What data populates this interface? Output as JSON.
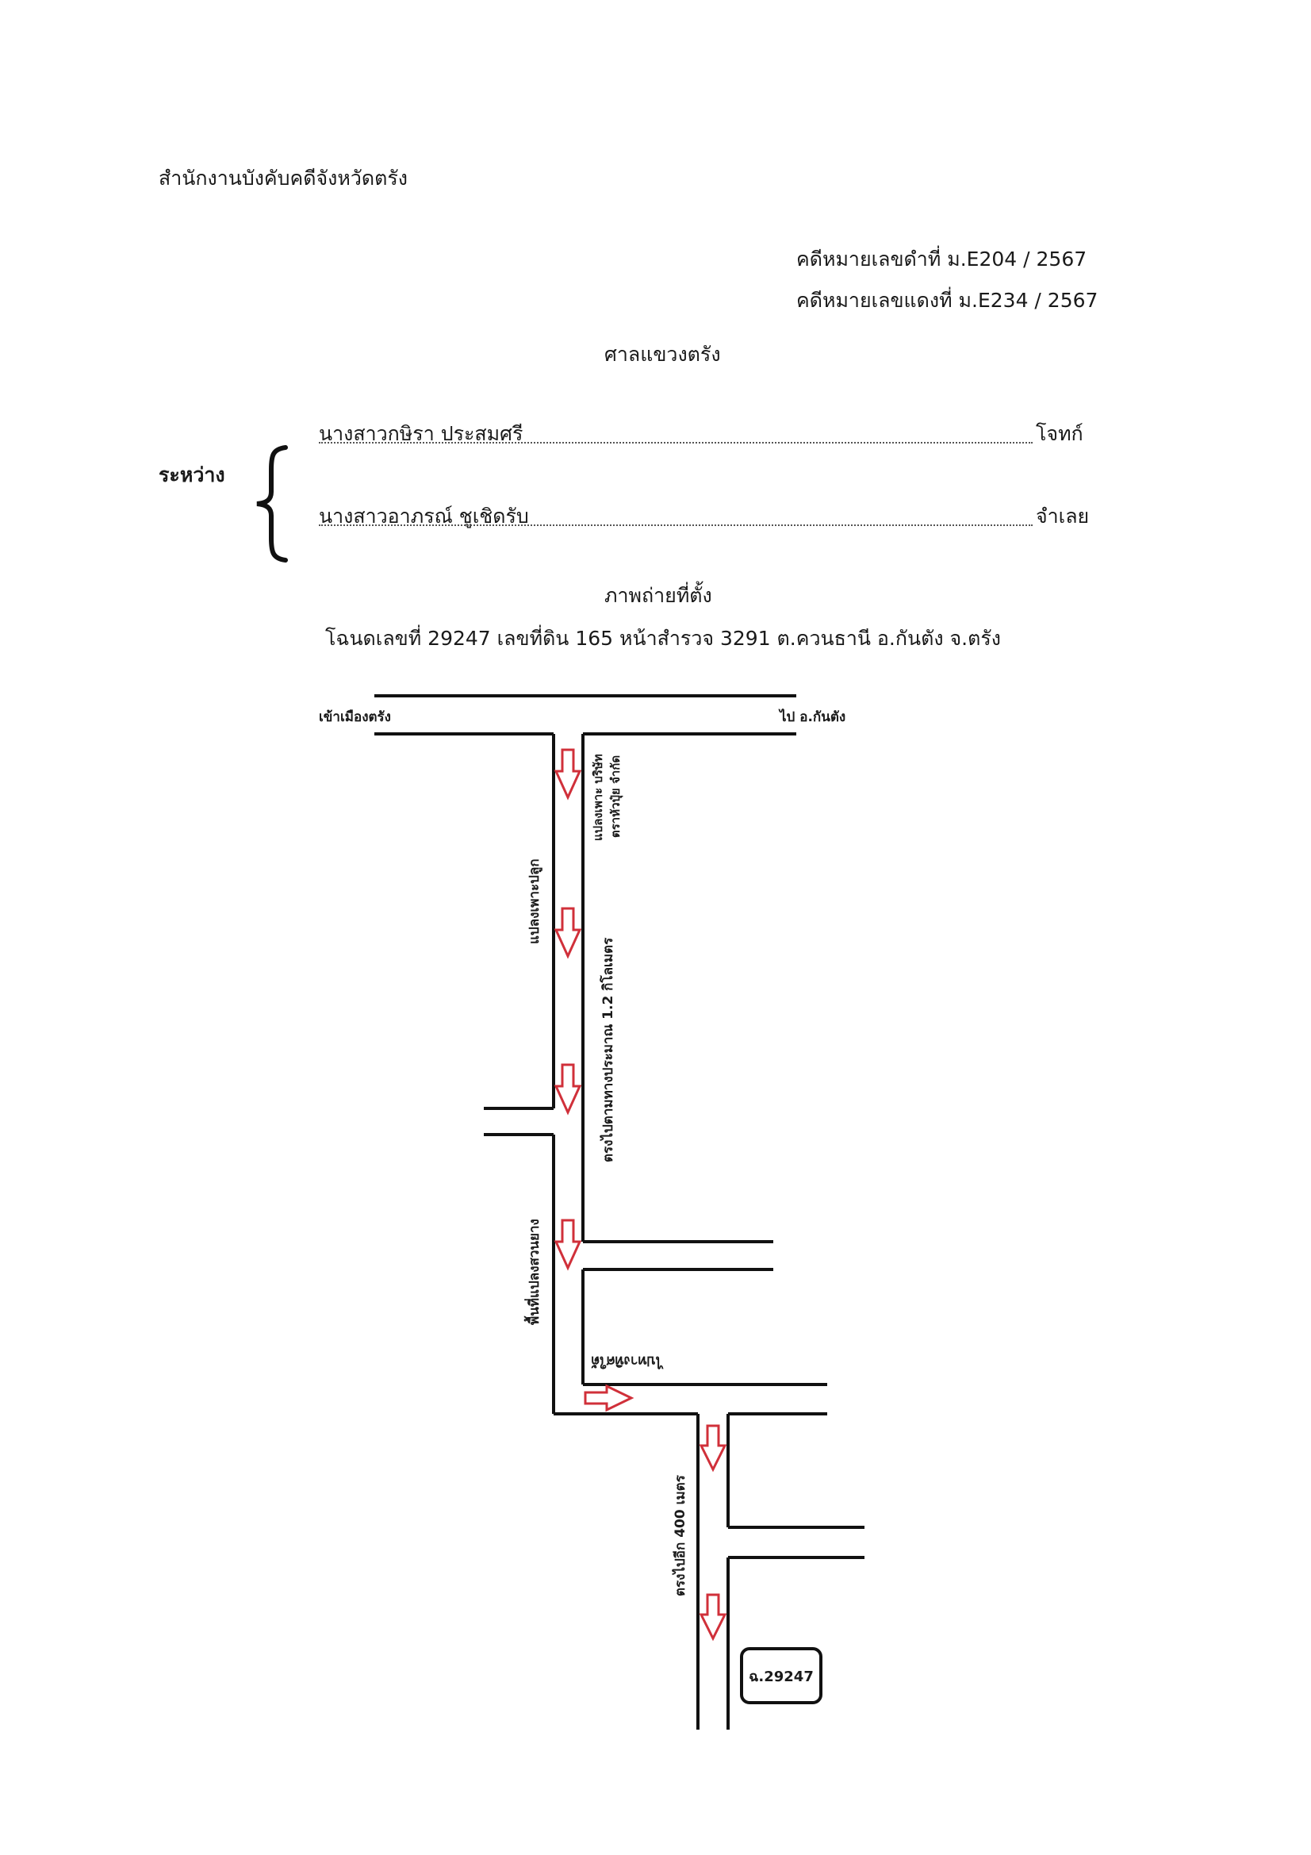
{
  "header": {
    "office": "สำนักงานบังคับคดีจังหวัดตรัง",
    "black_case_no": "คดีหมายเลขดำที่  ม.E204 / 2567",
    "red_case_no": "คดีหมายเลขแดงที่  ม.E234 / 2567",
    "court": "ศาลแขวงตรัง"
  },
  "parties": {
    "between_label": "ระหว่าง",
    "plaintiff_name": "นางสาวกษิรา  ประสมศรี",
    "plaintiff_role": "โจทก์",
    "defendant_name": "นางสาวอาภรณ์  ชูเชิดรับ",
    "defendant_role": "จำเลย"
  },
  "location": {
    "title": "ภาพถ่ายที่ตั้ง",
    "deed_line": "โฉนดเลขที่ 29247  เลขที่ดิน 165  หน้าสำรวจ 3291  ต.ควนธานี  อ.กันตัง  จ.ตรัง"
  },
  "map": {
    "label_to_trang": "เข้าเมืองตรัง",
    "label_to_kantang": "ไป อ.กันตัง",
    "label_company_plot_1": "แปลงเพาะ บริษัท",
    "label_company_plot_2": "ตราหัวปุ๋ย จำกัด",
    "label_cultivation_plot": "แปลงเพาะปลูก",
    "label_straight_1_2km": "ตรงไปตามทางประมาณ 1.2 กิโลเมตร",
    "label_rubber_plot": "พื้นที่แปลงสวนยาง",
    "label_turn": "ไปทางทิศใต้",
    "label_straight_400m": "ตรงไปอีก 400 เมตร",
    "deed_marker": "ฉ.29247",
    "arrow_color": "#d0303a"
  }
}
